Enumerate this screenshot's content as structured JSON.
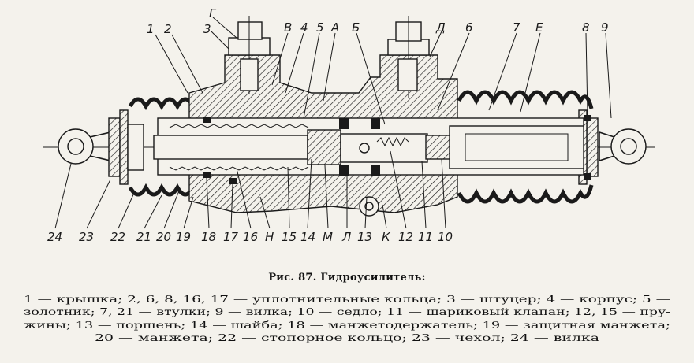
{
  "diagram": {
    "top_labels": [
      "1",
      "2",
      "Г",
      "3",
      "В",
      "4",
      "5",
      "А",
      "Б",
      "Д",
      "6",
      "7",
      "Е",
      "8",
      "9"
    ],
    "bottom_labels": [
      "24",
      "23",
      "22",
      "21",
      "20",
      "19",
      "18",
      "17",
      "16",
      "Н",
      "15",
      "14",
      "М",
      "Л",
      "13",
      "К",
      "12",
      "11",
      "10"
    ]
  },
  "caption": {
    "title": "Рис. 87. Гидроусилитель:",
    "lines": [
      "1 — крышка; 2, 6, 8, 16, 17 — уплотнительные кольца; 3 — штуцер; 4 — корпус; 5 —",
      "золотник; 7, 21 — втулки; 9 — вилка; 10 — седло; 11 — шариковый клапан; 12, 15 — пру-",
      "жины; 13 — поршень; 14 — шайба; 18 — манжетодержатель; 19 — защитная манжета;",
      "20 — манжета; 22 — стопорное кольцо; 23 — чехол; 24 — вилка"
    ]
  }
}
